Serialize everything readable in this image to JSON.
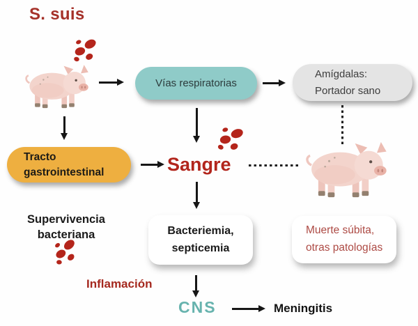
{
  "title": "S. suis",
  "nodes": {
    "vias_respiratorias": {
      "label": "Vías respiratorias"
    },
    "amigdalas": {
      "line1": "Amígdalas:",
      "line2": "Portador sano"
    },
    "tracto": {
      "line1": "Tracto",
      "line2": "gastrointestinal"
    },
    "sangre": {
      "label": "Sangre"
    },
    "supervivencia": {
      "line1": "Supervivencia",
      "line2": "bacteriana"
    },
    "bacteriemia": {
      "line1": "Bacteriemia,",
      "line2": "septicemia"
    },
    "muerte": {
      "line1": "Muerte súbita,",
      "line2": "otras patologías"
    },
    "inflamacion": {
      "label": "Inflamación"
    },
    "cns": {
      "label": "CNS"
    },
    "meningitis": {
      "label": "Meningitis"
    }
  },
  "icons": {
    "pig": "pig-icon",
    "bacteria": "bacteria-icon"
  },
  "colors": {
    "title_red": "#a53129",
    "sangre_red": "#b2251c",
    "bacteria_red": "#b4251b",
    "teal_fill": "#8fcbc8",
    "cns_teal": "#67b3ae",
    "gray_fill": "#e4e4e4",
    "orange_fill": "#eeaf40",
    "muerte_text": "#ad4a44",
    "arrow_black": "#161616"
  }
}
